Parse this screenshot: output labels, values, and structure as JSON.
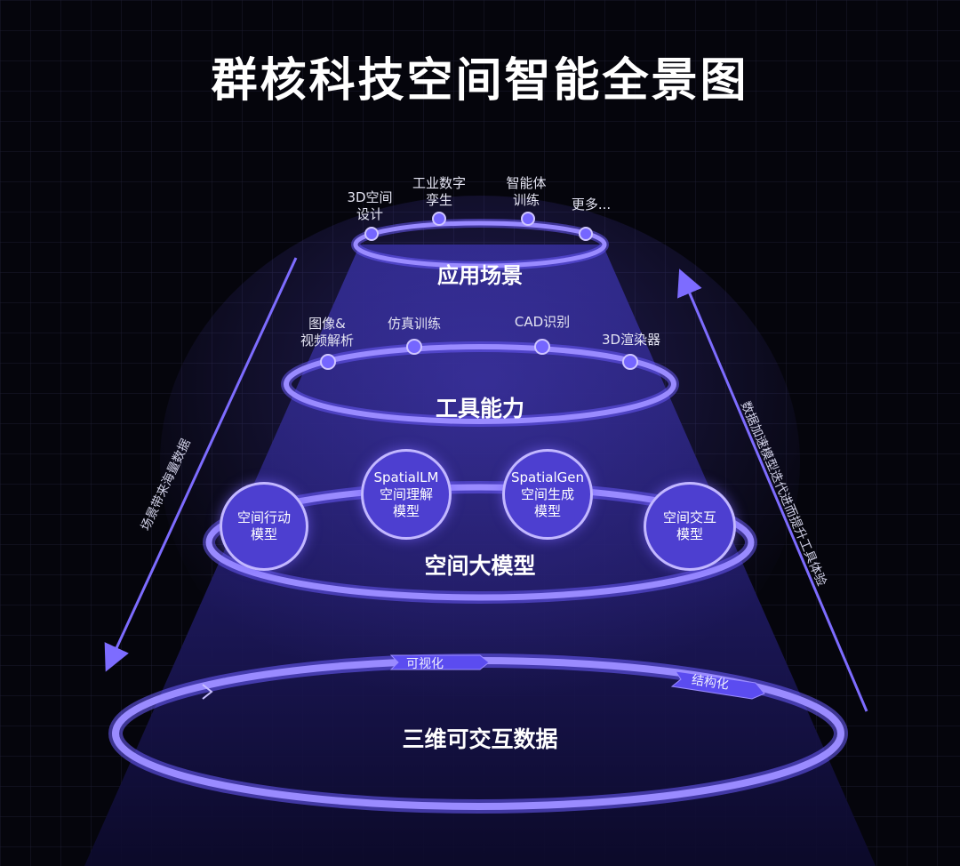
{
  "title": "群核科技空间智能全景图",
  "layers": {
    "scenes": {
      "name": "应用场景",
      "items": [
        {
          "line1": "3D空间",
          "line2": "设计"
        },
        {
          "line1": "工业数字",
          "line2": "孪生"
        },
        {
          "line1": "智能体",
          "line2": "训练"
        },
        {
          "line1": "更多...",
          "line2": ""
        }
      ]
    },
    "tools": {
      "name": "工具能力",
      "items": [
        {
          "line1": "图像&",
          "line2": "视频解析"
        },
        {
          "line1": "仿真训练",
          "line2": ""
        },
        {
          "line1": "CAD识别",
          "line2": ""
        },
        {
          "line1": "3D渲染器",
          "line2": ""
        }
      ]
    },
    "models": {
      "name": "空间大模型",
      "items": [
        {
          "line1": "空间行动",
          "line2": "模型",
          "line3": ""
        },
        {
          "line1": "SpatialLM",
          "line2": "空间理解",
          "line3": "模型"
        },
        {
          "line1": "SpatialGen",
          "line2": "空间生成",
          "line3": "模型"
        },
        {
          "line1": "空间交互",
          "line2": "模型",
          "line3": ""
        }
      ]
    },
    "data": {
      "name": "三维可交互数据",
      "flows": [
        "可视化",
        "结构化"
      ]
    }
  },
  "side": {
    "left": "场景带来海量数据",
    "right": "数据加速模型迭代进而提升工具体验"
  },
  "colors": {
    "background": "#05050c",
    "ring": "#8a78ff",
    "node": "#4d3fd0",
    "node_border": "#c3b8ff",
    "beam": "#2a2580"
  },
  "icons": [
    "arrow-down-left-icon",
    "arrow-up-right-icon",
    "flow-arrow-icon"
  ]
}
